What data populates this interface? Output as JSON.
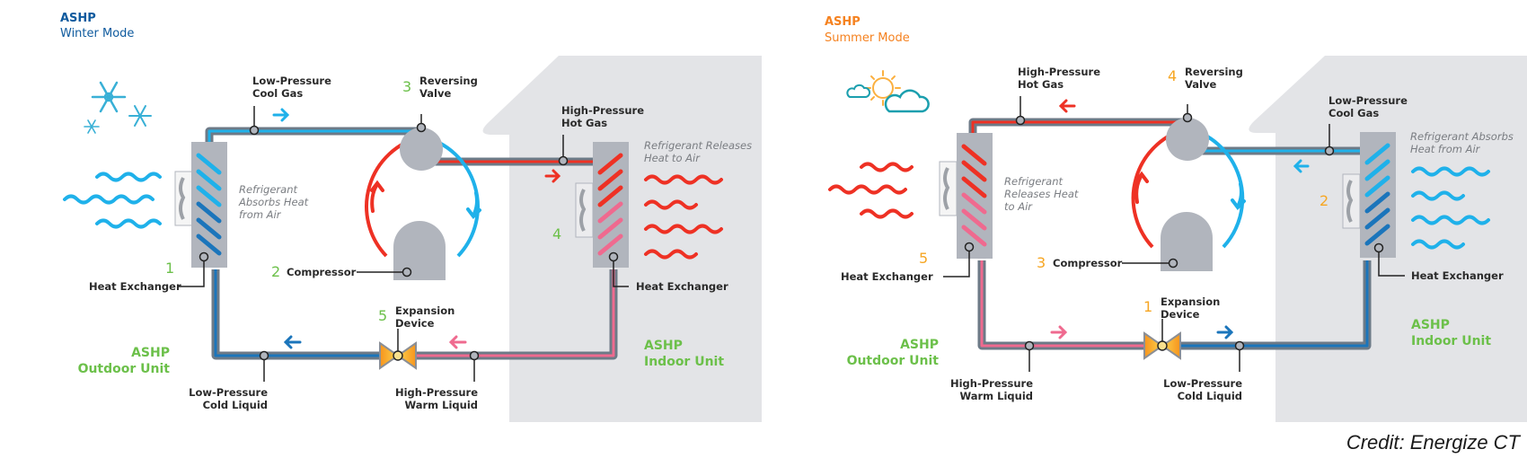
{
  "colors": {
    "winter_title": "#0e5a9e",
    "summer_title": "#f58220",
    "step_winter": "#6cc04a",
    "step_summer": "#f6a623",
    "unit_label": "#6cc04a",
    "hot_red": "#ee3124",
    "warm_pink": "#ef6a8f",
    "cool_blue": "#1fb1ea",
    "cold_blue": "#1b75bb",
    "pipe_gray": "#6d7a87",
    "house_gray": "#e3e4e7",
    "component_gray": "#b1b5bd"
  },
  "winter": {
    "title": "ASHP",
    "subtitle": "Winter Mode",
    "weather_icon": "snowflakes-icon",
    "labels": {
      "suction": [
        "Low-Pressure",
        "Cool Gas"
      ],
      "reversing_valve": [
        "Reversing",
        "Valve"
      ],
      "discharge": [
        "High-Pressure",
        "Hot Gas"
      ],
      "outdoor_coil_note": [
        "Refrigerant",
        "Absorbs Heat",
        "from Air"
      ],
      "indoor_coil_note": [
        "Refrigerant Releases",
        "Heat to Air"
      ],
      "outdoor_hx": "Heat Exchanger",
      "compressor": "Compressor",
      "indoor_hx": "Heat Exchanger",
      "expansion": [
        "Expansion",
        "Device"
      ],
      "cold_liquid": [
        "Low-Pressure",
        "Cold Liquid"
      ],
      "warm_liquid": [
        "High-Pressure",
        "Warm Liquid"
      ],
      "outdoor_unit": [
        "ASHP",
        "Outdoor Unit"
      ],
      "indoor_unit": [
        "ASHP",
        "Indoor Unit"
      ]
    },
    "steps": {
      "outdoor_hx": "1",
      "compressor": "2",
      "reversing_valve": "3",
      "indoor_hx": "4",
      "expansion": "5"
    }
  },
  "summer": {
    "title": "ASHP",
    "subtitle": "Summer Mode",
    "weather_icon": "sun-clouds-icon",
    "labels": {
      "discharge": [
        "High-Pressure",
        "Hot Gas"
      ],
      "reversing_valve": [
        "Reversing",
        "Valve"
      ],
      "suction": [
        "Low-Pressure",
        "Cool Gas"
      ],
      "outdoor_coil_note": [
        "Refrigerant",
        "Releases Heat",
        "to Air"
      ],
      "indoor_coil_note": [
        "Refrigerant Absorbs",
        "Heat from Air"
      ],
      "outdoor_hx": "Heat Exchanger",
      "compressor": "Compressor",
      "indoor_hx": "Heat Exchanger",
      "expansion": [
        "Expansion",
        "Device"
      ],
      "warm_liquid": [
        "High-Pressure",
        "Warm Liquid"
      ],
      "cold_liquid": [
        "Low-Pressure",
        "Cold Liquid"
      ],
      "outdoor_unit": [
        "ASHP",
        "Outdoor Unit"
      ],
      "indoor_unit": [
        "ASHP",
        "Indoor Unit"
      ]
    },
    "steps": {
      "expansion": "1",
      "indoor_hx": "2",
      "compressor": "3",
      "reversing_valve": "4",
      "outdoor_hx": "5"
    }
  },
  "credit": "Credit: Energize CT"
}
